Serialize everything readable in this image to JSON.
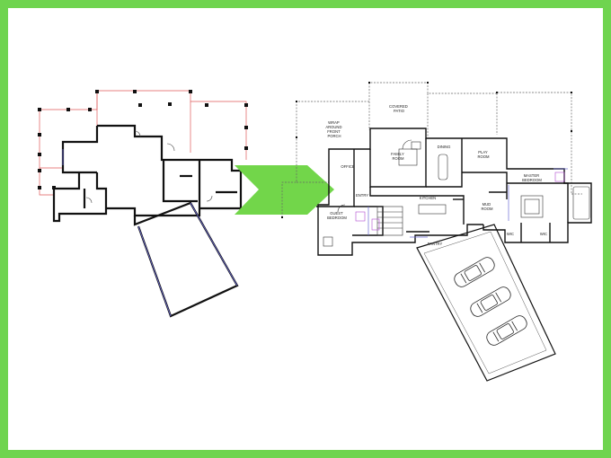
{
  "colors": {
    "border": "#6fd44f",
    "arrow": "#72d64a",
    "wall": "#111111",
    "outline_red": "#e05a5a",
    "dashed": "#666666"
  },
  "labels": {
    "wrap_porch": [
      "WRAP",
      "AROUND",
      "FRONT",
      "PORCH"
    ],
    "covered_patio": [
      "COVERED",
      "PATIO"
    ],
    "family_room": [
      "FAMILY",
      "ROOM"
    ],
    "dining": "DINING",
    "play_room": [
      "PLAY",
      "ROOM"
    ],
    "office": "OFFICE",
    "entry": "ENTRY",
    "kitchen": "KITCHEN",
    "master_bedroom": [
      "MASTER",
      "BEDROOM"
    ],
    "mud_room": [
      "MUD",
      "ROOM"
    ],
    "guest_bedroom": [
      "GUEST",
      "BEDROOM"
    ],
    "pantry": "PANTRY",
    "wic_left": "WIC",
    "wic_right": "WIC"
  }
}
